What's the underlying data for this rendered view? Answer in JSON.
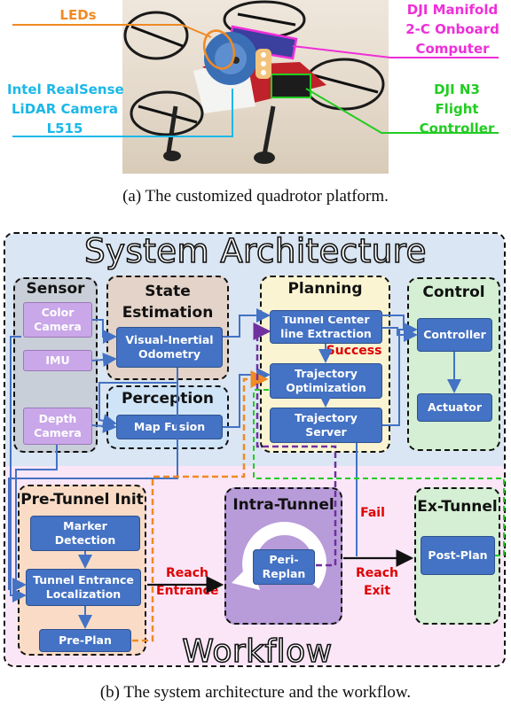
{
  "figure_a": {
    "labels": {
      "leds": "LEDs",
      "realsense": [
        "Intel RealSense",
        "LiDAR Camera",
        "L515"
      ],
      "manifold": [
        "DJI Manifold",
        "2-C Onboard",
        "Computer"
      ],
      "n3": [
        "DJI N3",
        "Flight",
        "Controller"
      ]
    },
    "caption": "(a)  The customized quadrotor platform."
  },
  "figure_b": {
    "title": "System Architecture",
    "workflow_title": "Workflow",
    "sensor": {
      "title": "Sensor",
      "color_camera": "Color\nCamera",
      "imu": "IMU",
      "depth_camera": "Depth\nCamera"
    },
    "state_estimation": {
      "title": "State\nEstimation",
      "vio": "Visual-Inertial\nOdometry"
    },
    "perception": {
      "title": "Perception",
      "map_fusion": "Map Fusion"
    },
    "planning": {
      "title": "Planning",
      "centerline": "Tunnel Center\nline Extraction",
      "success": "Success",
      "traj_opt": "Trajectory\nOptimization",
      "traj_server": "Trajectory\nServer"
    },
    "control": {
      "title": "Control",
      "controller": "Controller",
      "actuator": "Actuator"
    },
    "pre_tunnel": {
      "title": "Pre-Tunnel Init",
      "marker": "Marker\nDetection",
      "entrance_loc": "Tunnel Entrance\nLocalization",
      "pre_plan": "Pre-Plan"
    },
    "intra_tunnel": {
      "title": "Intra-Tunnel",
      "peri_replan": "Peri-\nReplan"
    },
    "ex_tunnel": {
      "title": "Ex-Tunnel",
      "post_plan": "Post-Plan"
    },
    "reach_entrance": "Reach\nEntrance",
    "fail": "Fail",
    "reach_exit": "Reach\nExit",
    "caption": "(b)  The system architecture and the workflow."
  },
  "colors": {
    "orange": "#f08a24",
    "magenta": "#ee2fd8",
    "cyan": "#1ab8e8",
    "green": "#22cc22",
    "blue_box": "#4472c4",
    "violet_box": "#c9a7e8"
  }
}
